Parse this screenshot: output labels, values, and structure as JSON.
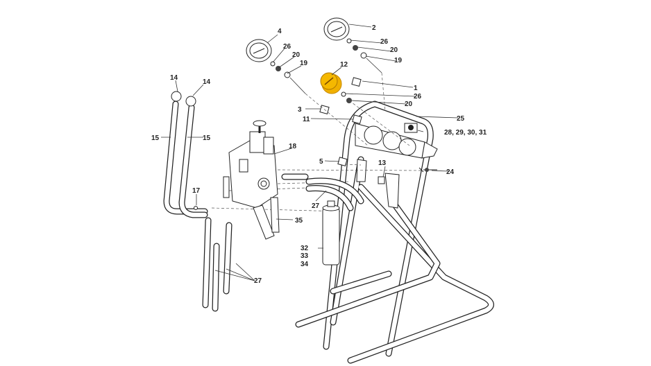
{
  "callouts": [
    "4",
    "26",
    "20",
    "19",
    "2",
    "26",
    "20",
    "19",
    "12",
    "1",
    "26",
    "20",
    "3",
    "11",
    "25",
    "28, 29, 30, 31",
    "14",
    "14",
    "15",
    "15",
    "18",
    "5",
    "13",
    "24",
    "17",
    "27",
    "35",
    "32",
    "33",
    "34",
    "27"
  ],
  "colors": {
    "highlight": "#f0b000",
    "ink": "#222222"
  }
}
